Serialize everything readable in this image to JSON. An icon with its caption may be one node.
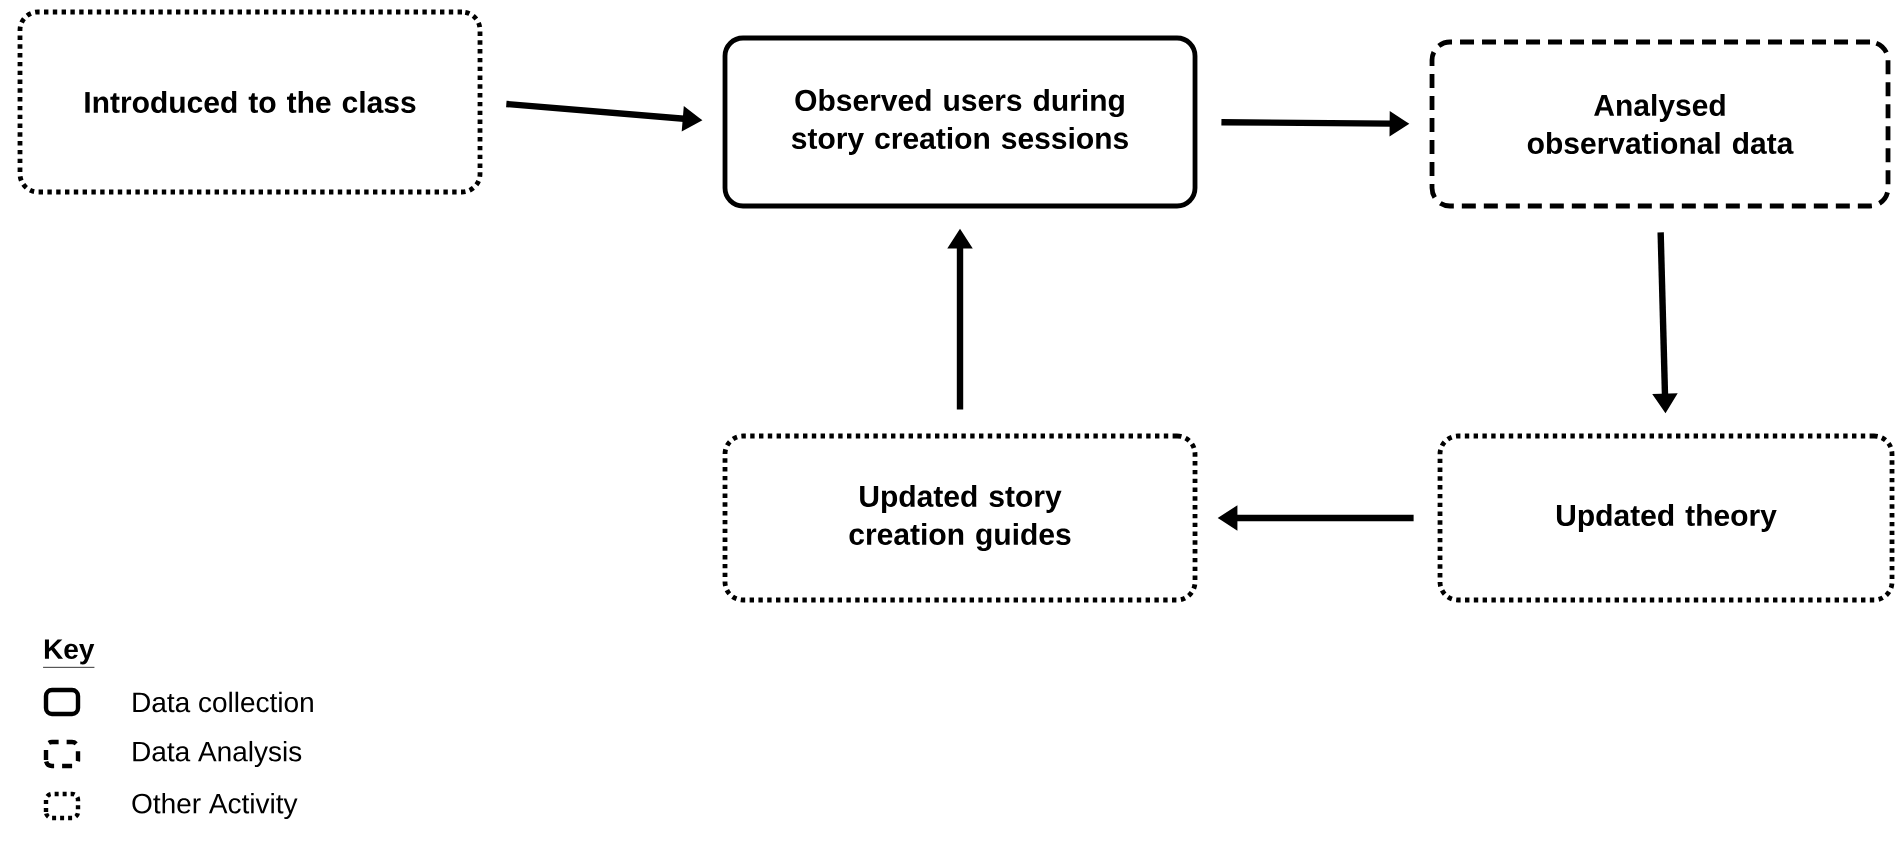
{
  "diagram": {
    "nodes": [
      {
        "text": [
          "Introduced to the class"
        ]
      },
      {
        "text": [
          "Observed users during story creation sessions"
        ]
      },
      {
        "text": [
          "Analysed observational data"
        ]
      },
      {
        "text": [
          "Updated theory"
        ]
      },
      {
        "text": [
          "Updated story creation guides"
        ]
      }
    ],
    "edges": [
      {
        "from": 0,
        "to": 1,
        "arrow": "to"
      },
      {
        "from": 1,
        "to": 2,
        "arrow": "to"
      },
      {
        "from": 2,
        "to": 3,
        "arrow": "to"
      },
      {
        "from": 3,
        "to": 4,
        "arrow": "to"
      },
      {
        "from": 4,
        "to": 1,
        "arrow": "to"
      }
    ],
    "labels": [
      "Key"
    ],
    "legend": [
      {
        "text": "Data collection"
      },
      {
        "text": "Data Analysis"
      },
      {
        "text": "Other Activity"
      }
    ]
  }
}
